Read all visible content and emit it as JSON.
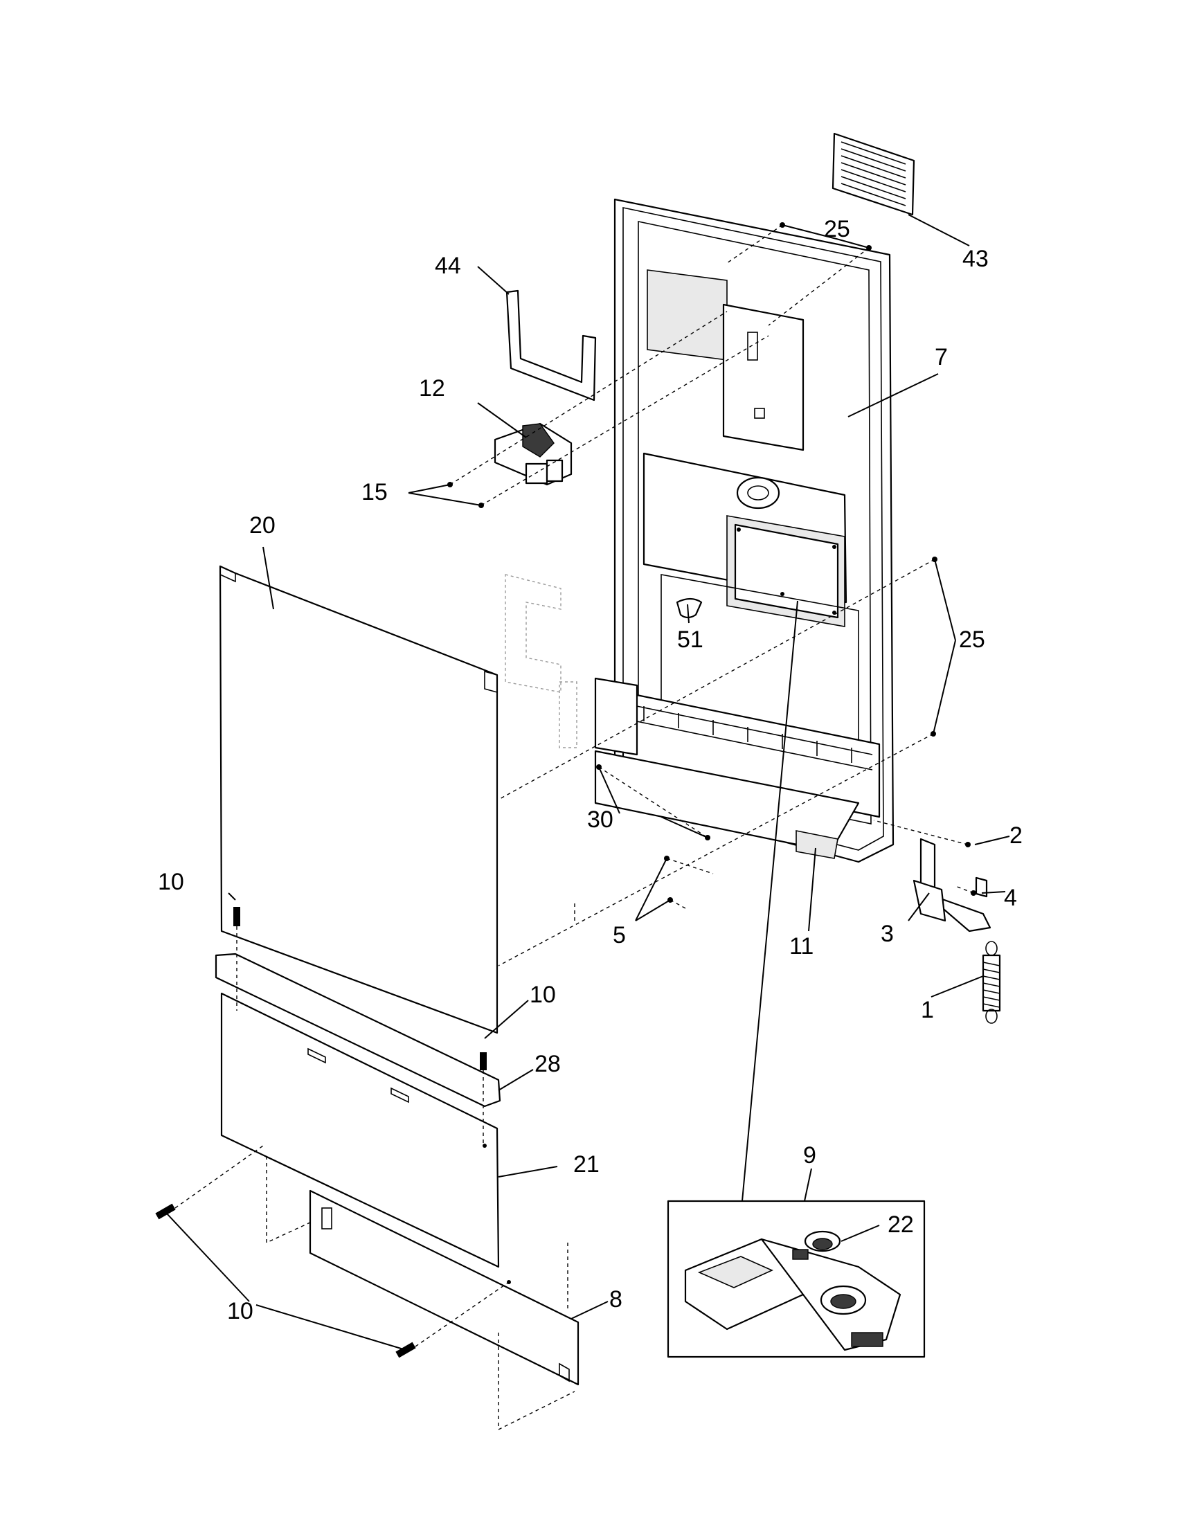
{
  "diagram": {
    "callouts": [
      {
        "id": "c43",
        "label": "43"
      },
      {
        "id": "c25a",
        "label": "25"
      },
      {
        "id": "c44",
        "label": "44"
      },
      {
        "id": "c7",
        "label": "7"
      },
      {
        "id": "c12",
        "label": "12"
      },
      {
        "id": "c15",
        "label": "15"
      },
      {
        "id": "c20",
        "label": "20"
      },
      {
        "id": "c25b",
        "label": "25"
      },
      {
        "id": "c51",
        "label": "51"
      },
      {
        "id": "c30",
        "label": "30"
      },
      {
        "id": "c2",
        "label": "2"
      },
      {
        "id": "c10a",
        "label": "10"
      },
      {
        "id": "c4",
        "label": "4"
      },
      {
        "id": "c5",
        "label": "5"
      },
      {
        "id": "c3",
        "label": "3"
      },
      {
        "id": "c11",
        "label": "11"
      },
      {
        "id": "c1",
        "label": "1"
      },
      {
        "id": "c10b",
        "label": "10"
      },
      {
        "id": "c28",
        "label": "28"
      },
      {
        "id": "c9",
        "label": "9"
      },
      {
        "id": "c21",
        "label": "21"
      },
      {
        "id": "c22",
        "label": "22"
      },
      {
        "id": "c10c",
        "label": "10"
      },
      {
        "id": "c8",
        "label": "8"
      }
    ]
  }
}
